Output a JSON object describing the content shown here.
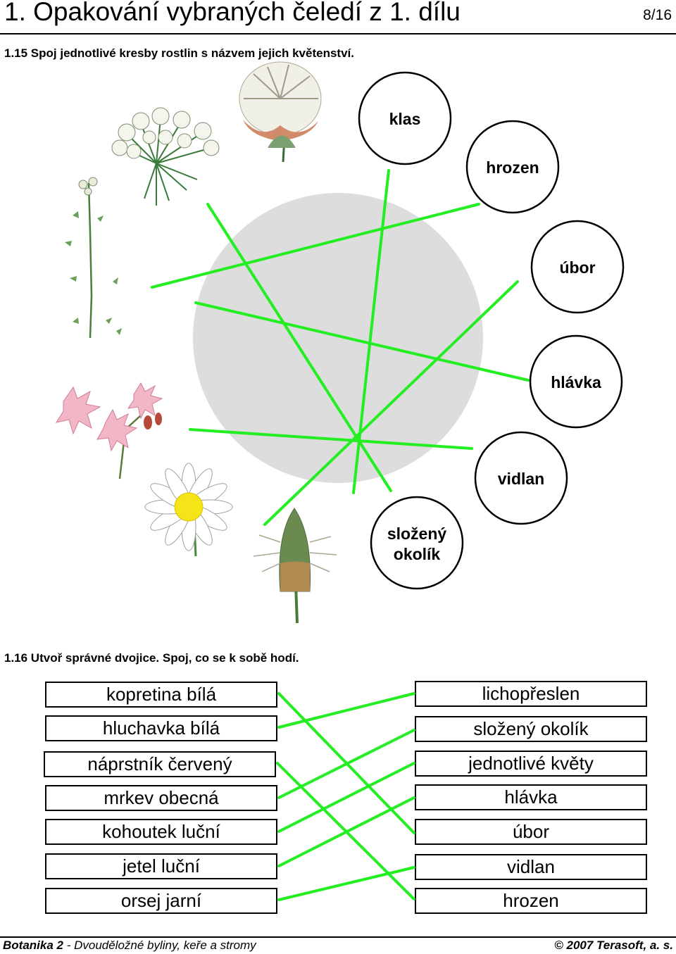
{
  "header": {
    "title": "1. Opakování vybraných čeledí z 1. dílu",
    "page": "8/16"
  },
  "task1": {
    "instruction": "1.15 Spoj jednotlivé kresby rostlin s názvem jejich květenství.",
    "circles": [
      {
        "label": [
          "klas"
        ]
      },
      {
        "label": [
          "hrozen"
        ]
      },
      {
        "label": [
          "úbor"
        ]
      },
      {
        "label": [
          "hlávka"
        ]
      },
      {
        "label": [
          "vidlan"
        ]
      },
      {
        "label": [
          "složený",
          "okolík"
        ]
      }
    ],
    "plant_drawings": [
      "plant-umbel",
      "plant-clover-head",
      "plant-raceme",
      "plant-ragged-robin",
      "plant-daisy",
      "plant-plantain-spike"
    ]
  },
  "task2": {
    "instruction": "1.16 Utvoř správné dvojice. Spoj, co se k sobě hodí.",
    "left": [
      "kopretina bílá",
      "hluchavka bílá",
      "náprstník červený",
      "mrkev obecná",
      "kohoutek luční",
      "jetel luční",
      "orsej jarní"
    ],
    "right": [
      "lichopřeslen",
      "složený okolík",
      "jednotlivé květy",
      "hlávka",
      "úbor",
      "vidlan",
      "hrozen"
    ]
  },
  "footer": {
    "subject": "Botanika 2",
    "subtitle": " - Dvouděložné byliny, keře a stromy",
    "copyright": "© 2007 Terasoft, a. s."
  },
  "colors": {
    "connector": "#22ee22",
    "disc": "#dddddd"
  }
}
